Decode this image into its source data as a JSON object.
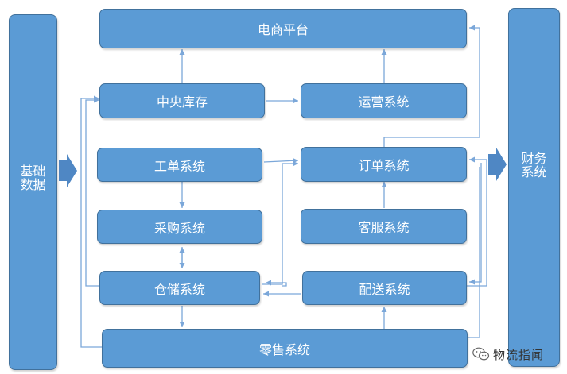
{
  "diagram": {
    "left_panel_label": "基础\n数据",
    "right_panel_label": "财务\n系统",
    "nodes": {
      "platform": "电商平台",
      "central_inventory": "中央库存",
      "operations": "运营系统",
      "work_order": "工单系统",
      "order": "订单系统",
      "procurement": "采购系统",
      "customer_service": "客服系统",
      "warehouse": "仓储系统",
      "delivery": "配送系统",
      "retail": "零售系统"
    },
    "colors": {
      "box_fill": "#5b9bd5",
      "box_border": "#41719c",
      "connector": "#7ba7d9",
      "big_arrow": "#4f87c4"
    }
  },
  "watermark": {
    "text": "物流指闻",
    "icon": "wechat-icon"
  }
}
